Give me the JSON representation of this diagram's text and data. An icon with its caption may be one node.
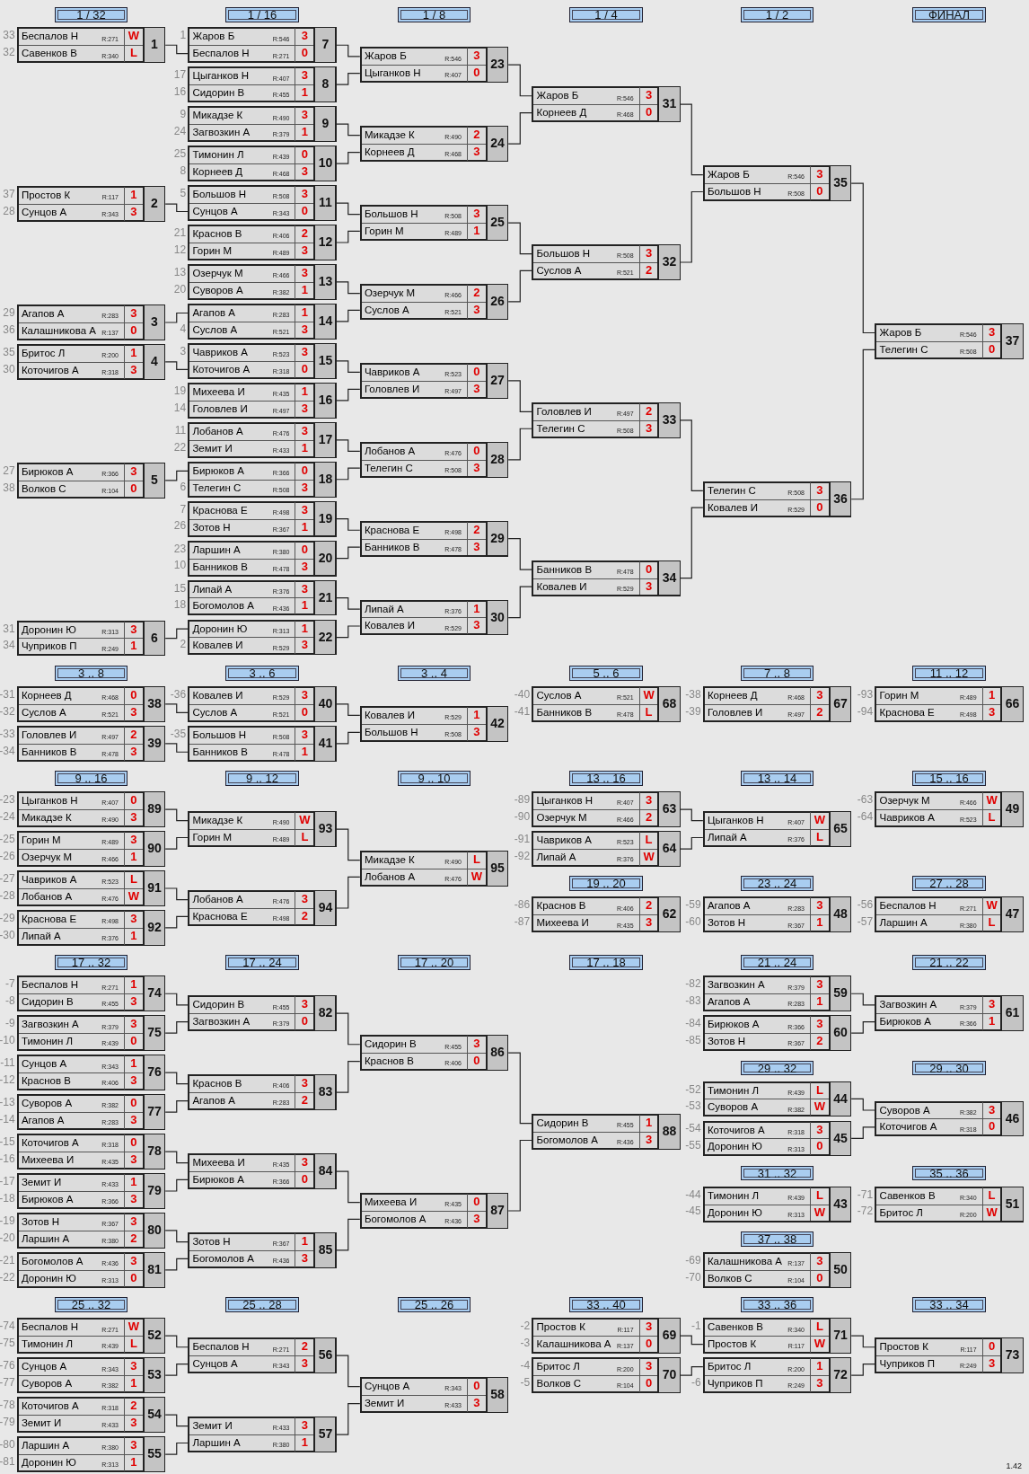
{
  "diagram": {
    "nodes": [
      {
        "text": [
          "1 / 32"
        ]
      },
      {
        "text": [
          "1 / 16"
        ]
      },
      {
        "text": [
          "1 / 8"
        ]
      },
      {
        "text": [
          "1 / 4"
        ]
      },
      {
        "text": [
          "1 / 2"
        ]
      },
      {
        "text": [
          "ФИНАЛ"
        ]
      },
      {
        "text": [
          "Беспалов Н",
          "R:271",
          "W",
          "Савенков В",
          "R:340",
          "L",
          "1"
        ],
        "beside": [
          "33",
          "32"
        ]
      },
      {
        "text": [
          "Простов К",
          "R:117",
          "1",
          "Сунцов А",
          "R:343",
          "3",
          "2"
        ],
        "beside": [
          "37",
          "28"
        ]
      },
      {
        "text": [
          "Агапов А",
          "R:283",
          "3",
          "Калашникова А",
          "R:137",
          "0",
          "3"
        ],
        "beside": [
          "29",
          "36"
        ]
      },
      {
        "text": [
          "Бритос Л",
          "R:200",
          "1",
          "Коточигов А",
          "R:318",
          "3",
          "4"
        ],
        "beside": [
          "35",
          "30"
        ]
      },
      {
        "text": [
          "Бирюков А",
          "R:366",
          "3",
          "Волков С",
          "R:104",
          "0",
          "5"
        ],
        "beside": [
          "27",
          "38"
        ]
      },
      {
        "text": [
          "Доронин Ю",
          "R:313",
          "3",
          "Чуприков П",
          "R:249",
          "1",
          "6"
        ],
        "beside": [
          "31",
          "34"
        ]
      },
      {
        "text": [
          "Жаров Б",
          "R:546",
          "3",
          "Беспалов Н",
          "R:271",
          "0",
          "7"
        ],
        "beside": [
          "1"
        ]
      },
      {
        "text": [
          "Цыганков Н",
          "R:407",
          "3",
          "Сидорин В",
          "R:455",
          "1",
          "8"
        ],
        "beside": [
          "17",
          "16"
        ]
      },
      {
        "text": [
          "Микадзе К",
          "R:490",
          "3",
          "Загвозкин А",
          "R:379",
          "1",
          "9"
        ],
        "beside": [
          "9",
          "24"
        ]
      },
      {
        "text": [
          "Тимонин Л",
          "R:439",
          "0",
          "Корнеев Д",
          "R:468",
          "3",
          "10"
        ],
        "beside": [
          "25",
          "8"
        ]
      },
      {
        "text": [
          "Большов Н",
          "R:508",
          "3",
          "Сунцов А",
          "R:343",
          "0",
          "11"
        ],
        "beside": [
          "5"
        ]
      },
      {
        "text": [
          "Краснов В",
          "R:406",
          "2",
          "Горин М",
          "R:489",
          "3",
          "12"
        ],
        "beside": [
          "21",
          "12"
        ]
      },
      {
        "text": [
          "Озерчук М",
          "R:466",
          "3",
          "Суворов А",
          "R:382",
          "1",
          "13"
        ],
        "beside": [
          "13",
          "20"
        ]
      },
      {
        "text": [
          "Агапов А",
          "R:283",
          "1",
          "Суслов А",
          "R:521",
          "3",
          "14"
        ],
        "beside": [
          "4"
        ]
      },
      {
        "text": [
          "Чавриков А",
          "R:523",
          "3",
          "Коточигов А",
          "R:318",
          "0",
          "15"
        ],
        "beside": [
          "3"
        ]
      },
      {
        "text": [
          "Михеева И",
          "R:435",
          "1",
          "Головлев И",
          "R:497",
          "3",
          "16"
        ],
        "beside": [
          "19",
          "14"
        ]
      },
      {
        "text": [
          "Лобанов А",
          "R:476",
          "3",
          "Земит И",
          "R:433",
          "1",
          "17"
        ],
        "beside": [
          "11",
          "22"
        ]
      },
      {
        "text": [
          "Бирюков А",
          "R:366",
          "0",
          "Телегин С",
          "R:508",
          "3",
          "18"
        ],
        "beside": [
          "6"
        ]
      },
      {
        "text": [
          "Краснова Е",
          "R:498",
          "3",
          "Зотов Н",
          "R:367",
          "1",
          "19"
        ],
        "beside": [
          "7",
          "26"
        ]
      },
      {
        "text": [
          "Ларшин А",
          "R:380",
          "0",
          "Банников В",
          "R:478",
          "3",
          "20"
        ],
        "beside": [
          "23",
          "10"
        ]
      },
      {
        "text": [
          "Липай А",
          "R:376",
          "3",
          "Богомолов А",
          "R:436",
          "1",
          "21"
        ],
        "beside": [
          "15",
          "18"
        ]
      },
      {
        "text": [
          "Доронин Ю",
          "R:313",
          "1",
          "Ковалев И",
          "R:529",
          "3",
          "22"
        ],
        "beside": [
          "2"
        ]
      },
      {
        "text": [
          "Жаров Б",
          "R:546",
          "3",
          "Цыганков Н",
          "R:407",
          "0",
          "23"
        ]
      },
      {
        "text": [
          "Микадзе К",
          "R:490",
          "2",
          "Корнеев Д",
          "R:468",
          "3",
          "24"
        ]
      },
      {
        "text": [
          "Большов Н",
          "R:508",
          "3",
          "Горин М",
          "R:489",
          "1",
          "25"
        ]
      },
      {
        "text": [
          "Озерчук М",
          "R:466",
          "2",
          "Суслов А",
          "R:521",
          "3",
          "26"
        ]
      },
      {
        "text": [
          "Чавриков А",
          "R:523",
          "0",
          "Головлев И",
          "R:497",
          "3",
          "27"
        ]
      },
      {
        "text": [
          "Лобанов А",
          "R:476",
          "0",
          "Телегин С",
          "R:508",
          "3",
          "28"
        ]
      },
      {
        "text": [
          "Краснова Е",
          "R:498",
          "2",
          "Банников В",
          "R:478",
          "3",
          "29"
        ]
      },
      {
        "text": [
          "Липай А",
          "R:376",
          "1",
          "Ковалев И",
          "R:529",
          "3",
          "30"
        ]
      },
      {
        "text": [
          "Жаров Б",
          "R:546",
          "3",
          "Корнеев Д",
          "R:468",
          "0",
          "31"
        ]
      },
      {
        "text": [
          "Большов Н",
          "R:508",
          "3",
          "Суслов А",
          "R:521",
          "2",
          "32"
        ]
      },
      {
        "text": [
          "Головлев И",
          "R:497",
          "2",
          "Телегин С",
          "R:508",
          "3",
          "33"
        ]
      },
      {
        "text": [
          "Банников В",
          "R:478",
          "0",
          "Ковалев И",
          "R:529",
          "3",
          "34"
        ]
      },
      {
        "text": [
          "Жаров Б",
          "R:546",
          "3",
          "Большов Н",
          "R:508",
          "0",
          "35"
        ]
      },
      {
        "text": [
          "Телегин С",
          "R:508",
          "3",
          "Ковалев И",
          "R:529",
          "0",
          "36"
        ]
      },
      {
        "text": [
          "Жаров Б",
          "R:546",
          "3",
          "Телегин С",
          "R:508",
          "0",
          "37"
        ]
      },
      {
        "text": [
          "3 .. 8"
        ]
      },
      {
        "text": [
          "3 .. 6"
        ]
      },
      {
        "text": [
          "3 .. 4"
        ]
      },
      {
        "text": [
          "5 .. 6"
        ]
      },
      {
        "text": [
          "7 .. 8"
        ]
      },
      {
        "text": [
          "11 .. 12"
        ]
      },
      {
        "text": [
          "Корнеев Д",
          "R:468",
          "0",
          "Суслов А",
          "R:521",
          "3",
          "38"
        ],
        "beside": [
          "-31",
          "-32"
        ]
      },
      {
        "text": [
          "Головлев И",
          "R:497",
          "2",
          "Банников В",
          "R:478",
          "3",
          "39"
        ],
        "beside": [
          "-33",
          "-34"
        ]
      },
      {
        "text": [
          "Ковалев И",
          "R:529",
          "3",
          "Суслов А",
          "R:521",
          "0",
          "40"
        ],
        "beside": [
          "-36"
        ]
      },
      {
        "text": [
          "Большов Н",
          "R:508",
          "3",
          "Банников В",
          "R:478",
          "1",
          "41"
        ],
        "beside": [
          "-35"
        ]
      },
      {
        "text": [
          "Ковалев И",
          "R:529",
          "1",
          "Большов Н",
          "R:508",
          "3",
          "42"
        ]
      },
      {
        "text": [
          "Суслов А",
          "R:521",
          "W",
          "Банников В",
          "R:478",
          "L",
          "68"
        ],
        "beside": [
          "-40",
          "-41"
        ]
      },
      {
        "text": [
          "Корнеев Д",
          "R:468",
          "3",
          "Головлев И",
          "R:497",
          "2",
          "67"
        ],
        "beside": [
          "-38",
          "-39"
        ]
      },
      {
        "text": [
          "Горин М",
          "R:489",
          "1",
          "Краснова Е",
          "R:498",
          "3",
          "66"
        ],
        "beside": [
          "-93",
          "-94"
        ]
      },
      {
        "text": [
          "9 .. 16"
        ]
      },
      {
        "text": [
          "9 .. 12"
        ]
      },
      {
        "text": [
          "9 .. 10"
        ]
      },
      {
        "text": [
          "13 .. 16"
        ]
      },
      {
        "text": [
          "13 .. 14"
        ]
      },
      {
        "text": [
          "15 .. 16"
        ]
      },
      {
        "text": [
          "Цыганков Н",
          "R:407",
          "0",
          "Микадзе К",
          "R:490",
          "3",
          "89"
        ],
        "beside": [
          "-23",
          "-24"
        ]
      },
      {
        "text": [
          "Горин М",
          "R:489",
          "3",
          "Озерчук М",
          "R:466",
          "1",
          "90"
        ],
        "beside": [
          "-25",
          "-26"
        ]
      },
      {
        "text": [
          "Чавриков А",
          "R:523",
          "L",
          "Лобанов А",
          "R:476",
          "W",
          "91"
        ],
        "beside": [
          "-27",
          "-28"
        ]
      },
      {
        "text": [
          "Краснова Е",
          "R:498",
          "3",
          "Липай А",
          "R:376",
          "1",
          "92"
        ],
        "beside": [
          "-29",
          "-30"
        ]
      },
      {
        "text": [
          "Микадзе К",
          "R:490",
          "W",
          "Горин М",
          "R:489",
          "L",
          "93"
        ]
      },
      {
        "text": [
          "Лобанов А",
          "R:476",
          "3",
          "Краснова Е",
          "R:498",
          "2",
          "94"
        ]
      },
      {
        "text": [
          "Микадзе К",
          "R:490",
          "L",
          "Лобанов А",
          "R:476",
          "W",
          "95"
        ]
      },
      {
        "text": [
          "Цыганков Н",
          "R:407",
          "3",
          "Озерчук М",
          "R:466",
          "2",
          "63"
        ],
        "beside": [
          "-89",
          "-90"
        ]
      },
      {
        "text": [
          "Чавриков А",
          "R:523",
          "L",
          "Липай А",
          "R:376",
          "W",
          "64"
        ],
        "beside": [
          "-91",
          "-92"
        ]
      },
      {
        "text": [
          "Цыганков Н",
          "R:407",
          "W",
          "Липай А",
          "R:376",
          "L",
          "65"
        ]
      },
      {
        "text": [
          "Озерчук М",
          "R:466",
          "W",
          "Чавриков А",
          "R:523",
          "L",
          "49"
        ],
        "beside": [
          "-63",
          "-64"
        ]
      },
      {
        "text": [
          "19 .. 20"
        ]
      },
      {
        "text": [
          "23 .. 24"
        ]
      },
      {
        "text": [
          "27 .. 28"
        ]
      },
      {
        "text": [
          "Краснов В",
          "R:406",
          "2",
          "Михеева И",
          "R:435",
          "3",
          "62"
        ],
        "beside": [
          "-86",
          "-87"
        ]
      },
      {
        "text": [
          "Агапов А",
          "R:283",
          "3",
          "Зотов Н",
          "R:367",
          "1",
          "48"
        ],
        "beside": [
          "-59",
          "-60"
        ]
      },
      {
        "text": [
          "Беспалов Н",
          "R:271",
          "W",
          "Ларшин А",
          "R:380",
          "L",
          "47"
        ],
        "beside": [
          "-56",
          "-57"
        ]
      },
      {
        "text": [
          "17 .. 32"
        ]
      },
      {
        "text": [
          "17 .. 24"
        ]
      },
      {
        "text": [
          "17 .. 20"
        ]
      },
      {
        "text": [
          "17 .. 18"
        ]
      },
      {
        "text": [
          "21 .. 24"
        ]
      },
      {
        "text": [
          "21 .. 22"
        ]
      },
      {
        "text": [
          "Беспалов Н",
          "R:271",
          "1",
          "Сидорин В",
          "R:455",
          "3",
          "74"
        ],
        "beside": [
          "-7",
          "-8"
        ]
      },
      {
        "text": [
          "Загвозкин А",
          "R:379",
          "3",
          "Тимонин Л",
          "R:439",
          "0",
          "75"
        ],
        "beside": [
          "-9",
          "-10"
        ]
      },
      {
        "text": [
          "Сунцов А",
          "R:343",
          "1",
          "Краснов В",
          "R:406",
          "3",
          "76"
        ],
        "beside": [
          "-11",
          "-12"
        ]
      },
      {
        "text": [
          "Суворов А",
          "R:382",
          "0",
          "Агапов А",
          "R:283",
          "3",
          "77"
        ],
        "beside": [
          "-13",
          "-14"
        ]
      },
      {
        "text": [
          "Коточигов А",
          "R:318",
          "0",
          "Михеева И",
          "R:435",
          "3",
          "78"
        ],
        "beside": [
          "-15",
          "-16"
        ]
      },
      {
        "text": [
          "Земит И",
          "R:433",
          "1",
          "Бирюков А",
          "R:366",
          "3",
          "79"
        ],
        "beside": [
          "-17",
          "-18"
        ]
      },
      {
        "text": [
          "Зотов Н",
          "R:367",
          "3",
          "Ларшин А",
          "R:380",
          "2",
          "80"
        ],
        "beside": [
          "-19",
          "-20"
        ]
      },
      {
        "text": [
          "Богомолов А",
          "R:436",
          "3",
          "Доронин Ю",
          "R:313",
          "0",
          "81"
        ],
        "beside": [
          "-21",
          "-22"
        ]
      },
      {
        "text": [
          "Сидорин В",
          "R:455",
          "3",
          "Загвозкин А",
          "R:379",
          "0",
          "82"
        ]
      },
      {
        "text": [
          "Краснов В",
          "R:406",
          "3",
          "Агапов А",
          "R:283",
          "2",
          "83"
        ]
      },
      {
        "text": [
          "Михеева И",
          "R:435",
          "3",
          "Бирюков А",
          "R:366",
          "0",
          "84"
        ]
      },
      {
        "text": [
          "Зотов Н",
          "R:367",
          "1",
          "Богомолов А",
          "R:436",
          "3",
          "85"
        ]
      },
      {
        "text": [
          "Сидорин В",
          "R:455",
          "3",
          "Краснов В",
          "R:406",
          "0",
          "86"
        ]
      },
      {
        "text": [
          "Михеева И",
          "R:435",
          "0",
          "Богомолов А",
          "R:436",
          "3",
          "87"
        ]
      },
      {
        "text": [
          "Сидорин В",
          "R:455",
          "1",
          "Богомолов А",
          "R:436",
          "3",
          "88"
        ]
      },
      {
        "text": [
          "Загвозкин А",
          "R:379",
          "3",
          "Агапов А",
          "R:283",
          "1",
          "59"
        ],
        "beside": [
          "-82",
          "-83"
        ]
      },
      {
        "text": [
          "Бирюков А",
          "R:366",
          "3",
          "Зотов Н",
          "R:367",
          "2",
          "60"
        ],
        "beside": [
          "-84",
          "-85"
        ]
      },
      {
        "text": [
          "Загвозкин А",
          "R:379",
          "3",
          "Бирюков А",
          "R:366",
          "1",
          "61"
        ]
      },
      {
        "text": [
          "29 .. 32"
        ]
      },
      {
        "text": [
          "29 .. 30"
        ]
      },
      {
        "text": [
          "Тимонин Л",
          "R:439",
          "L",
          "Суворов А",
          "R:382",
          "W",
          "44"
        ],
        "beside": [
          "-52",
          "-53"
        ]
      },
      {
        "text": [
          "Коточигов А",
          "R:318",
          "3",
          "Доронин Ю",
          "R:313",
          "0",
          "45"
        ],
        "beside": [
          "-54",
          "-55"
        ]
      },
      {
        "text": [
          "Суворов А",
          "R:382",
          "3",
          "Коточигов А",
          "R:318",
          "0",
          "46"
        ]
      },
      {
        "text": [
          "31 .. 32"
        ]
      },
      {
        "text": [
          "35 .. 36"
        ]
      },
      {
        "text": [
          "Тимонин Л",
          "R:439",
          "L",
          "Доронин Ю",
          "R:313",
          "W",
          "43"
        ],
        "beside": [
          "-44",
          "-45"
        ]
      },
      {
        "text": [
          "Савенков В",
          "R:340",
          "L",
          "Бритос Л",
          "R:200",
          "W",
          "51"
        ],
        "beside": [
          "-71",
          "-72"
        ]
      },
      {
        "text": [
          "37 .. 38"
        ]
      },
      {
        "text": [
          "Калашникова А",
          "R:137",
          "3",
          "Волков С",
          "R:104",
          "0",
          "50"
        ],
        "beside": [
          "-69",
          "-70"
        ]
      },
      {
        "text": [
          "25 .. 32"
        ]
      },
      {
        "text": [
          "25 .. 28"
        ]
      },
      {
        "text": [
          "25 .. 26"
        ]
      },
      {
        "text": [
          "33 .. 40"
        ]
      },
      {
        "text": [
          "33 .. 36"
        ]
      },
      {
        "text": [
          "33 .. 34"
        ]
      },
      {
        "text": [
          "Беспалов Н",
          "R:271",
          "W",
          "Тимонин Л",
          "R:439",
          "L",
          "52"
        ],
        "beside": [
          "-74",
          "-75"
        ]
      },
      {
        "text": [
          "Сунцов А",
          "R:343",
          "3",
          "Суворов А",
          "R:382",
          "1",
          "53"
        ],
        "beside": [
          "-76",
          "-77"
        ]
      },
      {
        "text": [
          "Коточигов А",
          "R:318",
          "2",
          "Земит И",
          "R:433",
          "3",
          "54"
        ],
        "beside": [
          "-78",
          "-79"
        ]
      },
      {
        "text": [
          "Ларшин А",
          "R:380",
          "3",
          "Доронин Ю",
          "R:313",
          "1",
          "55"
        ],
        "beside": [
          "-80",
          "-81"
        ]
      },
      {
        "text": [
          "Беспалов Н",
          "R:271",
          "2",
          "Сунцов А",
          "R:343",
          "3",
          "56"
        ]
      },
      {
        "text": [
          "Земит И",
          "R:433",
          "3",
          "Ларшин А",
          "R:380",
          "1",
          "57"
        ]
      },
      {
        "text": [
          "Сунцов А",
          "R:343",
          "0",
          "Земит И",
          "R:433",
          "3",
          "58"
        ]
      },
      {
        "text": [
          "Простов К",
          "R:117",
          "3",
          "Калашникова А",
          "R:137",
          "0",
          "69"
        ],
        "beside": [
          "-2",
          "-3"
        ]
      },
      {
        "text": [
          "Бритос Л",
          "R:200",
          "3",
          "Волков С",
          "R:104",
          "0",
          "70"
        ],
        "beside": [
          "-4",
          "-5"
        ]
      },
      {
        "text": [
          "Савенков В",
          "R:340",
          "L",
          "Простов К",
          "R:117",
          "W",
          "71"
        ],
        "beside": [
          "-1"
        ]
      },
      {
        "text": [
          "Бритос Л",
          "R:200",
          "1",
          "Чуприков П",
          "R:249",
          "3",
          "72"
        ],
        "beside": [
          "-6"
        ]
      },
      {
        "text": [
          "Простов К",
          "R:117",
          "0",
          "Чуприков П",
          "R:249",
          "3",
          "73"
        ]
      }
    ],
    "edges": [
      {
        "from": 6,
        "to": 12,
        "arrow": "none"
      },
      {
        "from": 7,
        "to": 16,
        "arrow": "none"
      },
      {
        "from": 8,
        "to": 19,
        "arrow": "none"
      },
      {
        "from": 9,
        "to": 20,
        "arrow": "none"
      },
      {
        "from": 10,
        "to": 23,
        "arrow": "none"
      },
      {
        "from": 11,
        "to": 27,
        "arrow": "none"
      },
      {
        "from": 12,
        "to": 28,
        "arrow": "none"
      },
      {
        "from": 13,
        "to": 28,
        "arrow": "none"
      },
      {
        "from": 14,
        "to": 29,
        "arrow": "none"
      },
      {
        "from": 15,
        "to": 29,
        "arrow": "none"
      },
      {
        "from": 16,
        "to": 30,
        "arrow": "none"
      },
      {
        "from": 17,
        "to": 30,
        "arrow": "none"
      },
      {
        "from": 18,
        "to": 31,
        "arrow": "none"
      },
      {
        "from": 19,
        "to": 31,
        "arrow": "none"
      },
      {
        "from": 20,
        "to": 32,
        "arrow": "none"
      },
      {
        "from": 21,
        "to": 32,
        "arrow": "none"
      },
      {
        "from": 22,
        "to": 33,
        "arrow": "none"
      },
      {
        "from": 23,
        "to": 33,
        "arrow": "none"
      },
      {
        "from": 24,
        "to": 34,
        "arrow": "none"
      },
      {
        "from": 25,
        "to": 34,
        "arrow": "none"
      },
      {
        "from": 26,
        "to": 35,
        "arrow": "none"
      },
      {
        "from": 27,
        "to": 35,
        "arrow": "none"
      },
      {
        "from": 28,
        "to": 36,
        "arrow": "none"
      },
      {
        "from": 29,
        "to": 36,
        "arrow": "none"
      },
      {
        "from": 30,
        "to": 37,
        "arrow": "none"
      },
      {
        "from": 31,
        "to": 37,
        "arrow": "none"
      },
      {
        "from": 32,
        "to": 38,
        "arrow": "none"
      },
      {
        "from": 33,
        "to": 38,
        "arrow": "none"
      },
      {
        "from": 34,
        "to": 39,
        "arrow": "none"
      },
      {
        "from": 35,
        "to": 39,
        "arrow": "none"
      },
      {
        "from": 36,
        "to": 40,
        "arrow": "none"
      },
      {
        "from": 37,
        "to": 40,
        "arrow": "none"
      },
      {
        "from": 38,
        "to": 41,
        "arrow": "none"
      },
      {
        "from": 39,
        "to": 41,
        "arrow": "none"
      },
      {
        "from": 40,
        "to": 42,
        "arrow": "none"
      },
      {
        "from": 41,
        "to": 42,
        "arrow": "none"
      },
      {
        "from": 49,
        "to": 51,
        "arrow": "none"
      },
      {
        "from": 50,
        "to": 52,
        "arrow": "none"
      },
      {
        "from": 51,
        "to": 53,
        "arrow": "none"
      },
      {
        "from": 52,
        "to": 53,
        "arrow": "none"
      },
      {
        "from": 63,
        "to": 67,
        "arrow": "none"
      },
      {
        "from": 64,
        "to": 67,
        "arrow": "none"
      },
      {
        "from": 65,
        "to": 68,
        "arrow": "none"
      },
      {
        "from": 66,
        "to": 68,
        "arrow": "none"
      },
      {
        "from": 67,
        "to": 69,
        "arrow": "none"
      },
      {
        "from": 68,
        "to": 69,
        "arrow": "none"
      },
      {
        "from": 70,
        "to": 72,
        "arrow": "none"
      },
      {
        "from": 71,
        "to": 72,
        "arrow": "none"
      },
      {
        "from": 86,
        "to": 94,
        "arrow": "none"
      },
      {
        "from": 87,
        "to": 94,
        "arrow": "none"
      },
      {
        "from": 88,
        "to": 95,
        "arrow": "none"
      },
      {
        "from": 89,
        "to": 95,
        "arrow": "none"
      },
      {
        "from": 90,
        "to": 96,
        "arrow": "none"
      },
      {
        "from": 91,
        "to": 96,
        "arrow": "none"
      },
      {
        "from": 92,
        "to": 97,
        "arrow": "none"
      },
      {
        "from": 93,
        "to": 97,
        "arrow": "none"
      },
      {
        "from": 94,
        "to": 98,
        "arrow": "none"
      },
      {
        "from": 95,
        "to": 98,
        "arrow": "none"
      },
      {
        "from": 96,
        "to": 99,
        "arrow": "none"
      },
      {
        "from": 97,
        "to": 99,
        "arrow": "none"
      },
      {
        "from": 98,
        "to": 100,
        "arrow": "none"
      },
      {
        "from": 99,
        "to": 100,
        "arrow": "none"
      },
      {
        "from": 101,
        "to": 103,
        "arrow": "none"
      },
      {
        "from": 102,
        "to": 103,
        "arrow": "none"
      },
      {
        "from": 106,
        "to": 108,
        "arrow": "none"
      },
      {
        "from": 107,
        "to": 108,
        "arrow": "none"
      },
      {
        "from": 121,
        "to": 125,
        "arrow": "none"
      },
      {
        "from": 122,
        "to": 125,
        "arrow": "none"
      },
      {
        "from": 123,
        "to": 126,
        "arrow": "none"
      },
      {
        "from": 124,
        "to": 126,
        "arrow": "none"
      },
      {
        "from": 125,
        "to": 127,
        "arrow": "none"
      },
      {
        "from": 126,
        "to": 127,
        "arrow": "none"
      },
      {
        "from": 128,
        "to": 130,
        "arrow": "none"
      },
      {
        "from": 129,
        "to": 131,
        "arrow": "none"
      },
      {
        "from": 130,
        "to": 132,
        "arrow": "none"
      },
      {
        "from": 131,
        "to": 132,
        "arrow": "none"
      }
    ],
    "labels": [
      "1.42"
    ]
  }
}
